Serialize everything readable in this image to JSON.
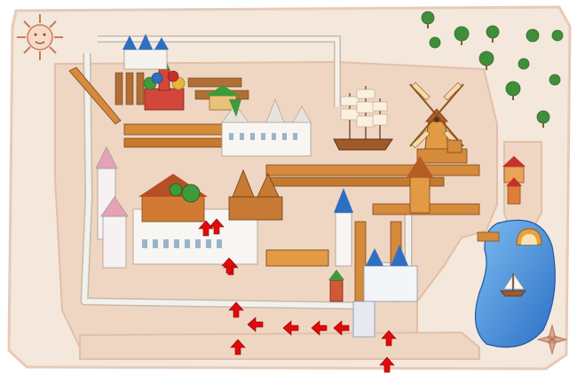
{
  "map": {
    "colors": {
      "paper": "#f4e7dc",
      "paper_edge": "#e6cbb8",
      "ground": "#efd6c3",
      "ground_dark": "#e2bfa8",
      "wall": "#f1f1ee",
      "wall_shadow": "#c9b8a8",
      "water": "#2f78d2",
      "water_light": "#6aaeea",
      "arrow": "#e10a0a",
      "wood": "#d58a3c",
      "roof_green": "#3e9a3a",
      "roof_red": "#c8302a",
      "roof_blue": "#2f6fc1",
      "tree": "#3f8f3a"
    },
    "icons": [
      "sun-icon",
      "compass-rose-icon",
      "windmill-icon",
      "sailing-ship-icon",
      "boat-icon",
      "tree-icon",
      "arrow-up-icon",
      "arrow-left-icon"
    ],
    "route_arrows": [
      {
        "id": "a1",
        "dir": "up"
      },
      {
        "id": "a2",
        "dir": "up"
      },
      {
        "id": "a3",
        "dir": "up"
      },
      {
        "id": "a4",
        "dir": "up"
      },
      {
        "id": "a5",
        "dir": "up"
      },
      {
        "id": "a6",
        "dir": "up"
      },
      {
        "id": "a7",
        "dir": "left"
      },
      {
        "id": "a8",
        "dir": "left"
      },
      {
        "id": "a9",
        "dir": "left"
      },
      {
        "id": "a10",
        "dir": "left"
      },
      {
        "id": "a11",
        "dir": "up"
      },
      {
        "id": "a12",
        "dir": "up"
      }
    ]
  }
}
